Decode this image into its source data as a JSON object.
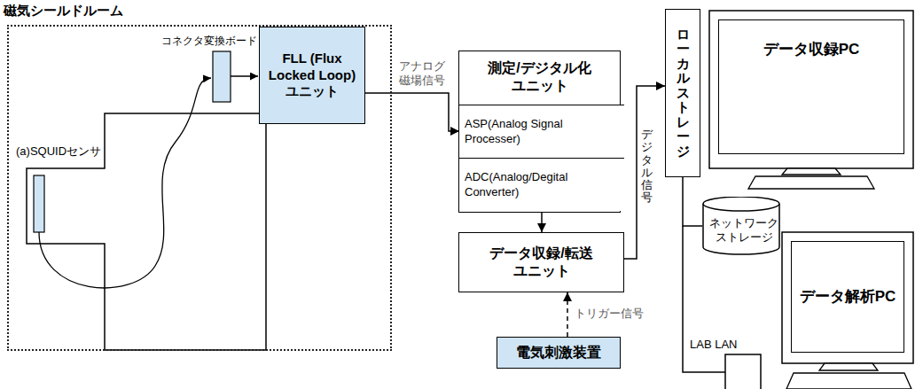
{
  "diagram": {
    "nodes": [
      {
        "text": [
          "磁気シールドルーム"
        ]
      },
      {
        "text": [
          "FLL (Flux Locked Loop) ユニット"
        ],
        "in": 0
      },
      {
        "text": [
          "測定/デジタル化 ユニット"
        ]
      },
      {
        "text": [
          "ASP(Analog Signal Processer)"
        ],
        "in": 2
      },
      {
        "text": [
          "ADC(Analog/Degital Converter)"
        ],
        "in": 2
      },
      {
        "text": [
          "データ収録/転送 ユニット"
        ]
      },
      {
        "text": [
          "電気刺激装置"
        ]
      },
      {
        "text": [
          "ローカルストレージ"
        ]
      },
      {
        "text": [
          "データ収録PC"
        ]
      },
      {
        "text": [
          "ネットワーク ストレージ"
        ]
      },
      {
        "text": [
          "データ解析PC"
        ]
      }
    ],
    "edges": [
      {
        "from": 1,
        "to": 3,
        "label": "アナログ 磁場信号",
        "arrow": "to"
      },
      {
        "from": 4,
        "to": 5,
        "arrow": "to"
      },
      {
        "from": 5,
        "to": 7,
        "label": "デジタル信号",
        "arrow": "to"
      },
      {
        "from": 6,
        "to": 5,
        "label": "トリガー信号",
        "arrow": "to"
      },
      {
        "from": 7,
        "to": 9,
        "arrow": "none"
      }
    ],
    "labels": [
      "(a)SQUIDセンサ",
      "コネクタ変換ボード",
      "LAB LAN"
    ]
  }
}
